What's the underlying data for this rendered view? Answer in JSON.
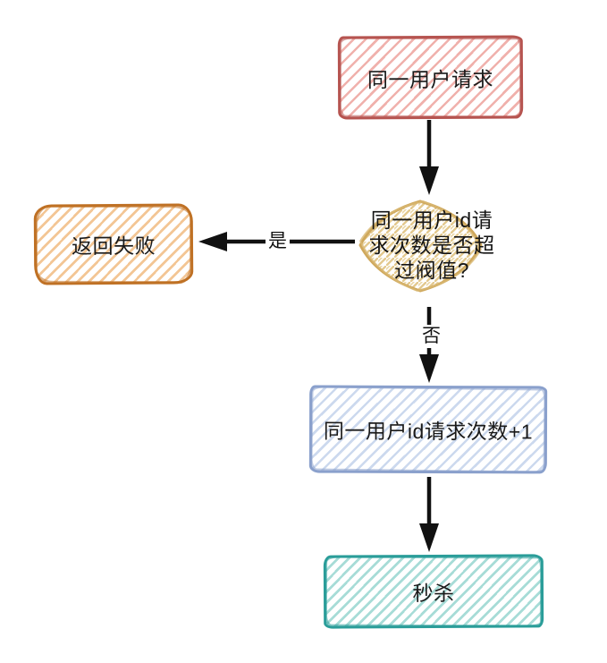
{
  "canvas": {
    "background_color": "#ffffff",
    "arrow_color": "#111111",
    "text_color": "#1a1a1a"
  },
  "flowchart": {
    "nodes": [
      {
        "id": "request",
        "label": "同一用户请求",
        "shape": "rectangle",
        "border_color": "#b65450",
        "hatch_color": "#f0b1ac"
      },
      {
        "id": "threshold-decision",
        "label": "同一用户id请求次数是否超过阀值?",
        "shape": "diamond",
        "border_color": "#cfa85c",
        "hatch_color": "#e3c98f"
      },
      {
        "id": "return-failure",
        "label": "返回失败",
        "shape": "rounded-rectangle",
        "border_color": "#bf7125",
        "hatch_color": "#f3c695"
      },
      {
        "id": "increment-count",
        "label": "同一用户id请求次数+1",
        "shape": "rectangle",
        "border_color": "#8aa0cc",
        "hatch_color": "#ccd9ee"
      },
      {
        "id": "seckill",
        "label": "秒杀",
        "shape": "rectangle",
        "border_color": "#2a9d99",
        "hatch_color": "#a7dcd7"
      }
    ],
    "edges": [
      {
        "from": "request",
        "to": "threshold-decision",
        "label": ""
      },
      {
        "from": "threshold-decision",
        "to": "return-failure",
        "label": "是"
      },
      {
        "from": "threshold-decision",
        "to": "increment-count",
        "label": "否"
      },
      {
        "from": "increment-count",
        "to": "seckill",
        "label": ""
      }
    ]
  }
}
